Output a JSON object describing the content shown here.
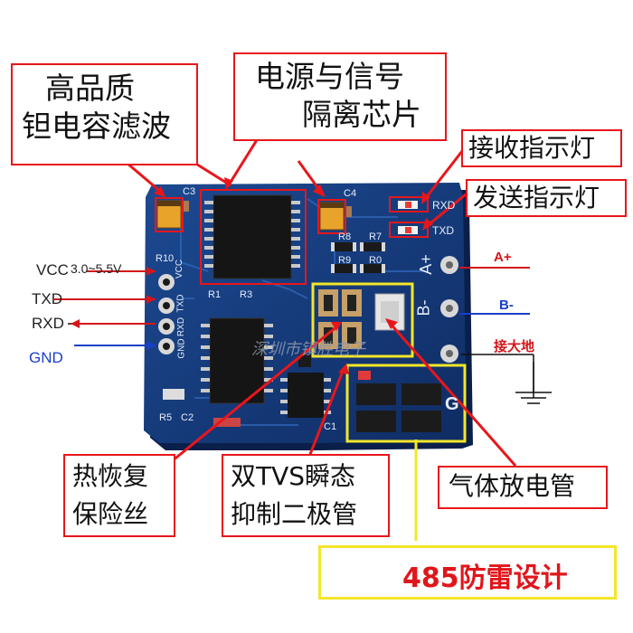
{
  "callouts": {
    "tantalum": [
      "高品质",
      "钽电容滤波"
    ],
    "isolation": [
      "电源与信号",
      "隔离芯片"
    ],
    "rx_led": "接收指示灯",
    "tx_led": "发送指示灯",
    "fuse": [
      "热恢复",
      "保险丝"
    ],
    "tvs": [
      "双TVS瞬态",
      "抑制二极管"
    ],
    "gas_tube": "气体放电管"
  },
  "pins_left": {
    "vcc": "VCC",
    "vcc_range": "3.0~5.5V",
    "txd": "TXD",
    "rxd": "RXD",
    "gnd": "GND"
  },
  "pins_right": {
    "a_plus": "A+",
    "b_minus": "B-",
    "ground": "接大地"
  },
  "silkscreen": {
    "c3": "C3",
    "c4": "C4",
    "r10": "R10",
    "r8": "R8",
    "r7": "R7",
    "r9": "R9",
    "r0": "R0",
    "r1": "R1",
    "r3": "R3",
    "r5": "R5",
    "c2": "C2",
    "c1": "C1",
    "rxd": "RXD",
    "txd": "TXD",
    "a_plus": "A+",
    "b_minus": "B-",
    "g": "G",
    "vcc": "VCC",
    "txd_v": "TXD",
    "rxd_v": "RXD",
    "gnd_v": "GND"
  },
  "watermark": "深圳市镇胜电子",
  "banner": "485防雷设计",
  "colors": {
    "callout_border": "#e8161b",
    "pcb": "#15397a",
    "highlight_red": "#e8161b",
    "highlight_yellow": "#f3e62a",
    "label_red": "#d4161b",
    "label_blue": "#1a3fc9"
  }
}
